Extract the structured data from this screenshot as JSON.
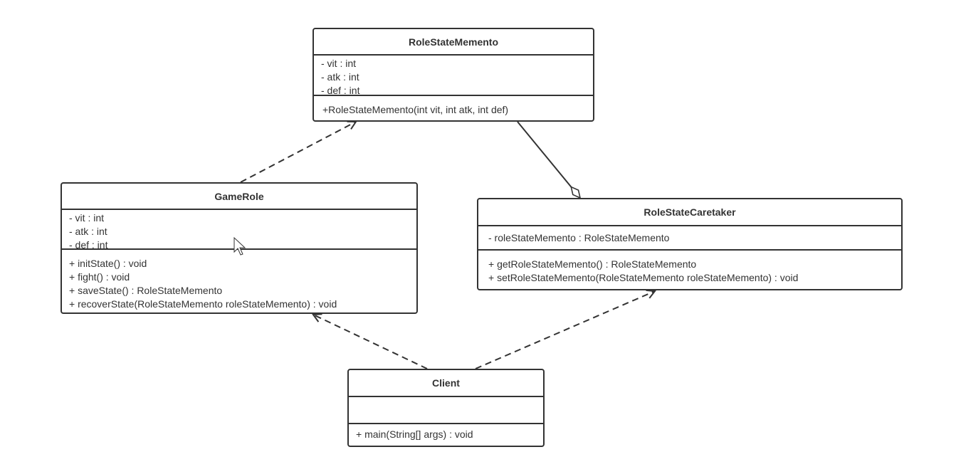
{
  "classes": {
    "memento": {
      "name": "RoleStateMemento",
      "attributes": [
        "- vit : int",
        "- atk : int",
        "- def : int"
      ],
      "methods": [
        "+RoleStateMemento(int vit, int atk, int def)"
      ]
    },
    "gamerole": {
      "name": "GameRole",
      "attributes": [
        "- vit : int",
        "- atk : int",
        "- def : int"
      ],
      "methods": [
        "+ initState() : void",
        "+ fight() : void",
        "+ saveState() : RoleStateMemento",
        "+ recoverState(RoleStateMemento roleStateMemento) : void"
      ]
    },
    "caretaker": {
      "name": "RoleStateCaretaker",
      "attributes": [
        "- roleStateMemento : RoleStateMemento"
      ],
      "methods": [
        "+ getRoleStateMemento() : RoleStateMemento",
        "+ setRoleStateMemento(RoleStateMemento roleStateMemento) : void"
      ]
    },
    "client": {
      "name": "Client",
      "attributes": [],
      "methods": [
        "+ main(String[] args) : void"
      ]
    }
  },
  "relations": [
    {
      "from": "GameRole",
      "to": "RoleStateMemento",
      "type": "dependency"
    },
    {
      "from": "RoleStateCaretaker",
      "to": "RoleStateMemento",
      "type": "aggregation"
    },
    {
      "from": "Client",
      "to": "GameRole",
      "type": "dependency"
    },
    {
      "from": "Client",
      "to": "RoleStateCaretaker",
      "type": "dependency"
    }
  ]
}
